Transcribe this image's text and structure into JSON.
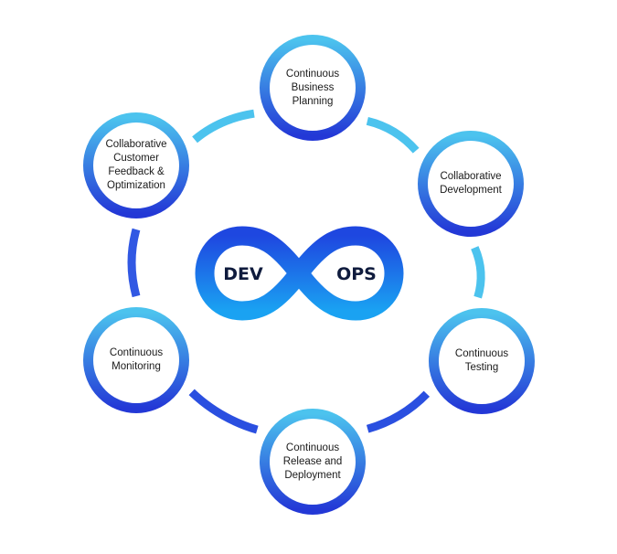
{
  "logo": {
    "left_word": "DEV",
    "right_word": "OPS"
  },
  "nodes": [
    {
      "label": "Continuous\nBusiness\nPlanning"
    },
    {
      "label": "Collaborative\nDevelopment"
    },
    {
      "label": "Continuous\nTesting"
    },
    {
      "label": "Continuous\nRelease and\nDeployment"
    },
    {
      "label": "Continuous\nMonitoring"
    },
    {
      "label": "Collaborative\nCustomer\nFeedback &\nOptimization"
    }
  ],
  "colors": {
    "light_blue": "#4cc3ee",
    "mid_blue": "#2f7fe6",
    "dark_blue": "#2338d6",
    "text": "#1a1a1a"
  }
}
